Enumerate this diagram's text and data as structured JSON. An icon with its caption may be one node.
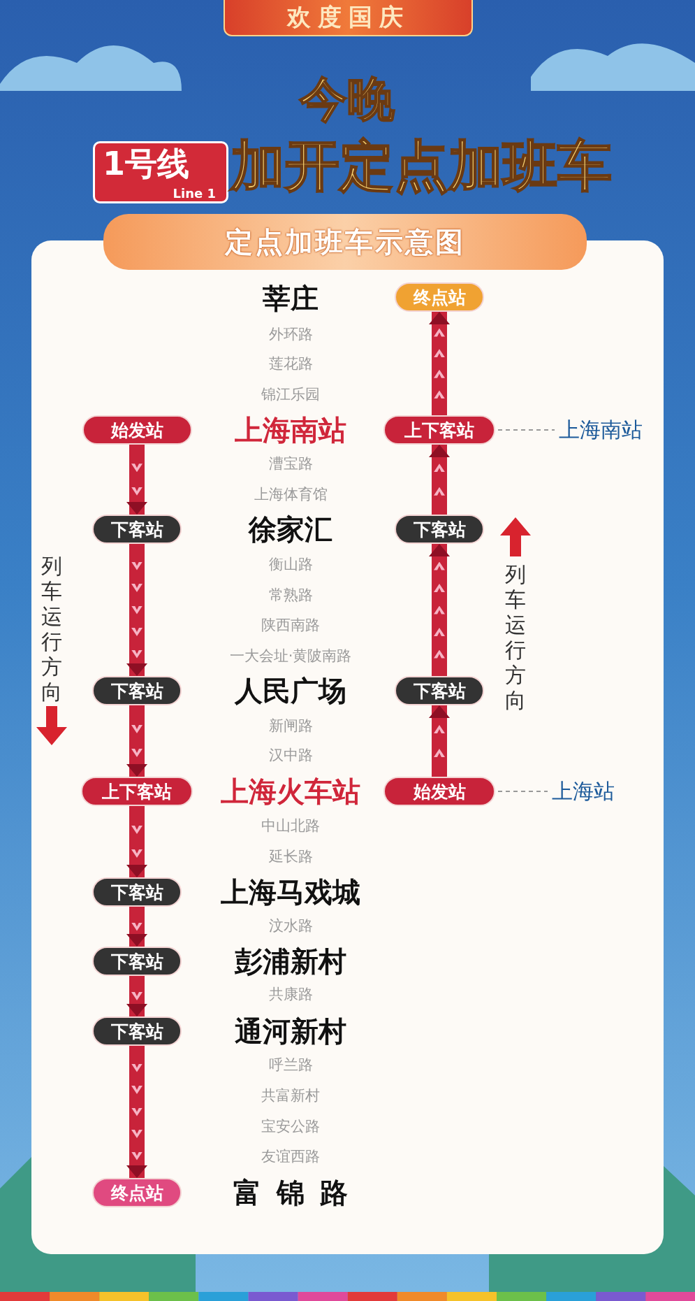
{
  "diagram": {
    "title": "加开定点加班车",
    "nodes": [
      {
        "text": [
          "欢度国庆"
        ]
      },
      {
        "text": [
          "1号线",
          "Line 1"
        ]
      },
      {
        "text": [
          "定点加班车示意图"
        ]
      },
      {
        "text": [
          "始发站"
        ]
      },
      {
        "text": [
          "下客站"
        ]
      },
      {
        "text": [
          "下客站"
        ]
      },
      {
        "text": [
          "上下客站"
        ]
      },
      {
        "text": [
          "下客站"
        ]
      },
      {
        "text": [
          "下客站"
        ]
      },
      {
        "text": [
          "下客站"
        ]
      },
      {
        "text": [
          "终点站"
        ]
      },
      {
        "text": [
          "终点站"
        ]
      },
      {
        "text": [
          "上下客站"
        ]
      },
      {
        "text": [
          "下客站"
        ]
      },
      {
        "text": [
          "下客站"
        ]
      },
      {
        "text": [
          "始发站"
        ]
      },
      {
        "text": [
          "上海南站"
        ]
      },
      {
        "text": [
          "上海站"
        ]
      }
    ],
    "edges": [
      {
        "from": 3,
        "to": 4,
        "arrow": "to"
      },
      {
        "from": 4,
        "to": 5,
        "arrow": "to"
      },
      {
        "from": 5,
        "to": 6,
        "arrow": "to"
      },
      {
        "from": 6,
        "to": 7,
        "arrow": "to"
      },
      {
        "from": 7,
        "to": 8,
        "arrow": "to"
      },
      {
        "from": 8,
        "to": 9,
        "arrow": "to"
      },
      {
        "from": 9,
        "to": 10,
        "arrow": "to"
      },
      {
        "from": 15,
        "to": 14,
        "arrow": "to"
      },
      {
        "from": 14,
        "to": 13,
        "arrow": "to"
      },
      {
        "from": 13,
        "to": 12,
        "arrow": "to"
      },
      {
        "from": 12,
        "to": 11,
        "arrow": "to"
      },
      {
        "from": 12,
        "to": 16,
        "arrow": "none",
        "style": "dashed",
        "color": "#999999"
      },
      {
        "from": 15,
        "to": 17,
        "arrow": "none",
        "style": "dashed",
        "color": "#999999"
      }
    ],
    "labels": [
      "今晚",
      "莘庄",
      "外环路",
      "莲花路",
      "锦江乐园",
      "上海南站",
      "漕宝路",
      "上海体育馆",
      "徐家汇",
      "衡山路",
      "常熟路",
      "陕西南路",
      "一大会址·黄陂南路",
      "人民广场",
      "新闸路",
      "汉中路",
      "上海火车站",
      "中山北路",
      "延长路",
      "上海马戏城",
      "汶水路",
      "彭浦新村",
      "共康路",
      "通河新村",
      "呼兰路",
      "共富新村",
      "宝安公路",
      "友谊西路",
      "富锦路",
      "列车运行方向",
      "列车运行方向"
    ]
  }
}
